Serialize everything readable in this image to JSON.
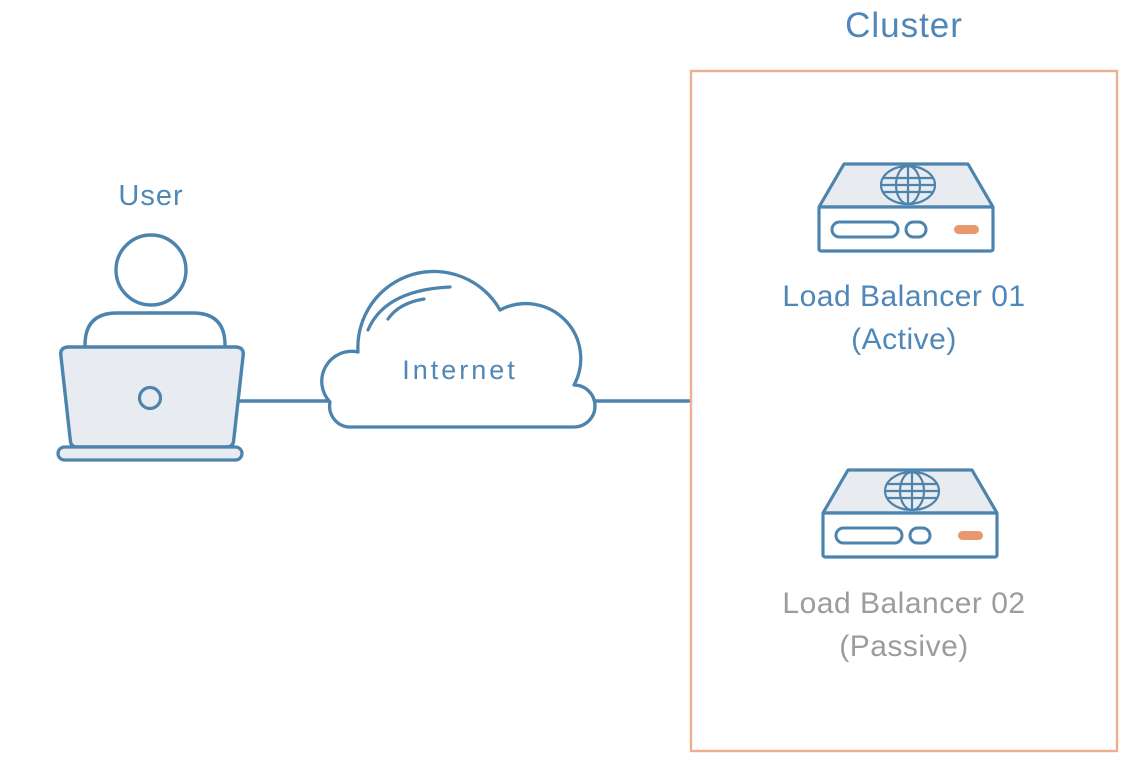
{
  "colors": {
    "accent_blue": "#4d84ae",
    "text_blue": "#4f87b7",
    "muted_gray": "#9c9ca0",
    "cluster_border": "#edaf90",
    "led_orange": "#e9986d",
    "panel_gray": "#e8ebef"
  },
  "user": {
    "label": "User"
  },
  "internet": {
    "label": "Internet"
  },
  "cluster": {
    "label": "Cluster",
    "nodes": [
      {
        "name": "Load Balancer 01",
        "state": "(Active)",
        "status": "active"
      },
      {
        "name": "Load Balancer 02",
        "state": "(Passive)",
        "status": "passive"
      }
    ]
  }
}
